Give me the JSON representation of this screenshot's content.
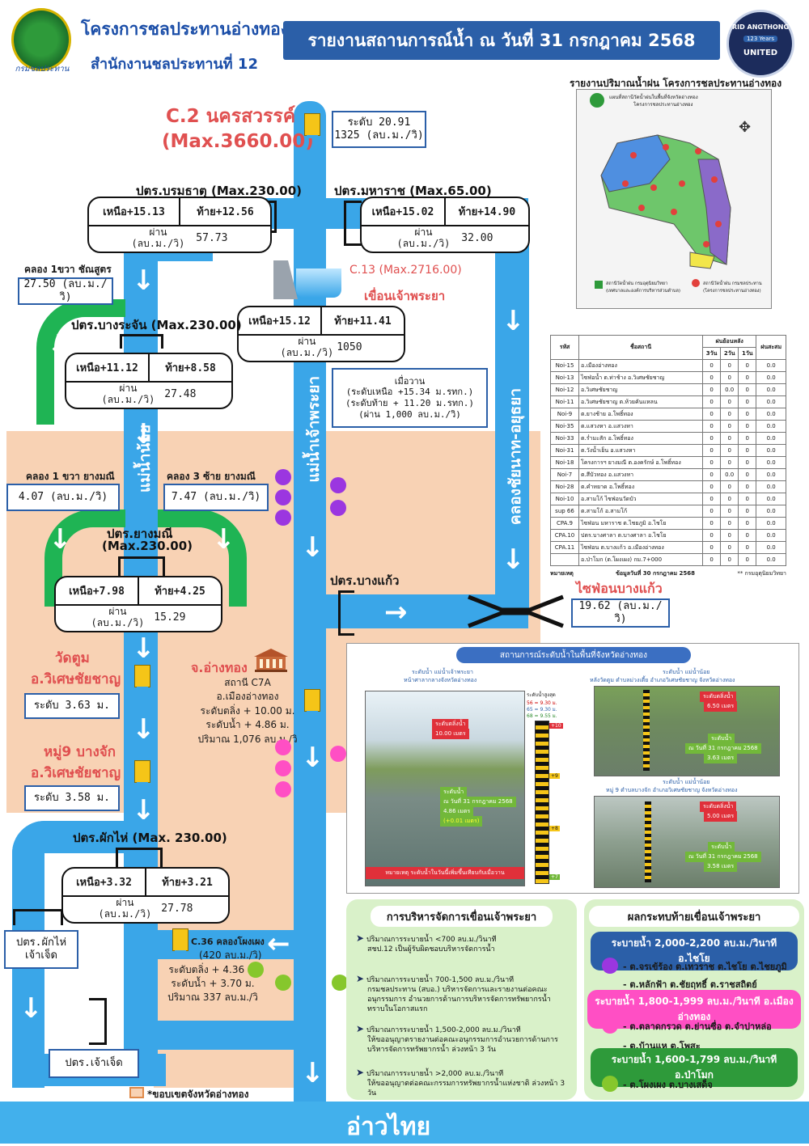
{
  "header": {
    "org_line1": "โครงการชลประทานอ่างทอง",
    "org_line2": "สำนักงานชลประทานที่ 12",
    "logo_text": "กรมชลประทาน",
    "report_title": "รายงานสถานการณ์น้ำ ณ วันที่ 31 กรกฎาคม 2568",
    "badge_top": "RID ANGTHONG",
    "badge_mid": "123 Years",
    "badge_bottom": "UNITED"
  },
  "c2": {
    "name": "C.2 นครสวรรค์",
    "max": "(Max.3660.00)",
    "level": "ระดับ 20.91",
    "flow": "1325 (ลบ.ม./วิ)"
  },
  "borommathat": {
    "title": "ปตร.บรมธาตุ (Max.230.00)",
    "upper": "เหนือ+15.13",
    "lower": "ท้าย+12.56",
    "pass_label": "ผ่าน\n(ลบ.ม./วิ)",
    "pass_value": "57.73"
  },
  "maharaj": {
    "title": "ปตร.มหาราช (Max.65.00)",
    "upper": "เหนือ+15.02",
    "lower": "ท้าย+14.90",
    "pass_label": "ผ่าน\n(ลบ.ม./วิ)",
    "pass_value": "32.00"
  },
  "chansut": {
    "label": "คลอง 1ขวา ชัณสูตร",
    "value": "27.50 (ลบ.ม./วิ)"
  },
  "c13": {
    "label": "C.13 (Max.2716.00)",
    "dam": "เขื่อนเจ้าพระยา",
    "upper": "เหนือ+15.12",
    "lower": "ท้าย+11.41",
    "pass_label": "ผ่าน\n(ลบ.ม./วิ)",
    "pass_value": "1050"
  },
  "yesterday": {
    "title": "เมื่อวาน",
    "line1": "(ระดับเหนือ +15.34 ม.รทก.)",
    "line2": "(ระดับท้าย + 11.20 ม.รทก.)",
    "line3": "(ผ่าน 1,000 ลบ.ม./วิ)"
  },
  "bangrachan": {
    "title": "ปตร.บางระจัน (Max.230.00)",
    "upper": "เหนือ+11.12",
    "lower": "ท้าย+8.58",
    "pass_label": "ผ่าน\n(ลบ.ม./วิ)",
    "pass_value": "27.48"
  },
  "rivers": {
    "noi": "แม่น้ำน้อย",
    "chao": "แม่น้ำเจ้าพระยา",
    "chainat": "คลองชัยนาท-อยุธยา",
    "gulf": "อ่าวไทย"
  },
  "yangmani": {
    "k1_label": "คลอง 1 ขวา ยางมณี",
    "k1_value": "4.07 (ลบ.ม./วิ)",
    "k3_label": "คลอง 3 ซ้าย ยางมณี",
    "k3_value": "7.47 (ลบ.ม./วิ)",
    "title1": "ปตร.ยางมณี",
    "title2": "(Max.230.00)",
    "upper": "เหนือ+7.98",
    "lower": "ท้าย+4.25",
    "pass_label": "ผ่าน\n(ลบ.ม./วิ)",
    "pass_value": "15.29"
  },
  "bangkaeo": {
    "gate": "ปตร.บางแก้ว",
    "siphon": "ไซฟ่อนบางแก้ว",
    "value": "19.62 (ลบ.ม./วิ)"
  },
  "watdum": {
    "name1": "วัดตูม",
    "name2": "อ.วิเศษชัยชาญ",
    "level": "ระดับ 3.63 ม."
  },
  "moo9": {
    "name1": "หมู่9 บางจัก",
    "name2": "อ.วิเศษชัยชาญ",
    "level": "ระดับ 3.58 ม."
  },
  "c7a": {
    "province": "จ.อ่างทอง",
    "station": "สถานี C7A",
    "district": "อ.เมืองอ่างทอง",
    "bank": "ระดับตลิ่ง + 10.00 ม.",
    "water": "ระดับน้ำ + 4.86 ม.",
    "volume": "ปริมาณ 1,076 ลบ.ม./วิ"
  },
  "phakhai": {
    "title": "ปตร.ผักไห่ (Max. 230.00)",
    "upper": "เหนือ+3.32",
    "lower": "ท้าย+3.21",
    "pass_label": "ผ่าน\n(ลบ.ม./วิ)",
    "pass_value": "27.78",
    "side_gate": "ปตร.ผักไห่\nเจ้าเจ็ด"
  },
  "c36": {
    "name": "C.36 คลองโผงเผง",
    "flow": "(420 ลบ.ม./วิ)",
    "bank": "ระดับตลิ่ง + 4.36 ม.",
    "water": "ระดับน้ำ + 3.70 ม.",
    "volume": "ปริมาณ 337 ลบ.ม./วิ"
  },
  "chaochet": {
    "gate": "ปตร.เจ้าเจ็ด"
  },
  "legend": {
    "boundary": "*ขอบเขตจังหวัดอ่างทอง"
  },
  "rainfall": {
    "title": "รายงานปริมาณน้ำฝน โครงการชลประทานอ่างทอง",
    "map_title": "แผนที่สถานีวัดน้ำฝนในพื้นที่จังหวัดอ่างทอง",
    "map_sub": "โครงการชลประทานอ่างทอง",
    "map_legend1": "สถานีวัดน้ำฝน กรมอุตุนิยมวิทยา",
    "map_legend1_sub": "(เทศบาลและองค์การบริหารส่วนตำบล)",
    "map_legend2": "สถานีวัดน้ำฝน กรมชลประทาน",
    "map_legend2_sub": "(โครงการชลประทานอ่างทอง)",
    "headers": [
      "รหัส",
      "ชื่อสถานี",
      "ฝนย้อนหลัง",
      "ฝนสะสม"
    ],
    "subheaders": [
      "3วัน",
      "2วัน",
      "1วัน"
    ],
    "rows": [
      [
        "Noi-15",
        "อ.เมืองอ่างทอง",
        "0",
        "0",
        "0",
        "0.0"
      ],
      [
        "Noi-13",
        "ไซฟ่อน้ำ ต.ท่าช้าง อ.วิเศษชัยชาญ",
        "0",
        "0",
        "0",
        "0.0"
      ],
      [
        "Noi-12",
        "อ.วิเศษชัยชาญ",
        "0",
        "0.0",
        "0",
        "0.0"
      ],
      [
        "Noi-11",
        "อ.วิเศษชัยชาญ ต.ห้วยคันแหลน",
        "0",
        "0",
        "0",
        "0.0"
      ],
      [
        "Noi-9",
        "ต.ยางช้าย อ.โพธิ์ทอง",
        "0",
        "0",
        "0",
        "0.0"
      ],
      [
        "Noi-35",
        "ต.แสวงหา อ.แสวงหา",
        "0",
        "0",
        "0",
        "0.0"
      ],
      [
        "Noi-33",
        "ต.ร่ำมะสัก อ.โพธิ์ทอง",
        "0",
        "0",
        "0",
        "0.0"
      ],
      [
        "Noi-31",
        "ต.วังน้ำเย็น อ.แสวงหา",
        "0",
        "0",
        "0",
        "0.0"
      ],
      [
        "Noi-18",
        "โครงการฯ ยางมณี ต.องครักษ์ อ.โพธิ์ทอง",
        "0",
        "0",
        "0",
        "0.0"
      ],
      [
        "Noi-7",
        "ต.สีบัวทอง อ.แสวงหา",
        "0",
        "0.0",
        "0",
        "0.0"
      ],
      [
        "Noi-28",
        "ต.คำหยาด อ.โพธิ์ทอง",
        "0",
        "0",
        "0",
        "0.0"
      ],
      [
        "Noi-10",
        "อ.สามโก้ ไซฟ่อนวัดบัว",
        "0",
        "0",
        "0",
        "0.0"
      ],
      [
        "sup 66",
        "ต.สามโก้ อ.สามโก้",
        "0",
        "0",
        "0",
        "0.0"
      ],
      [
        "CPA.9",
        "ไซฟ่อน มหาราช ต.ไชยภูมิ อ.ไชโย",
        "0",
        "0",
        "0",
        "0.0"
      ],
      [
        "CPA.10",
        "ปตร.บางศาลา ต.บางศาลา อ.ไชโย",
        "0",
        "0",
        "0",
        "0.0"
      ],
      [
        "CPA.11",
        "ไซฟ่อน ต.บางแก้ว อ.เมืองอ่างทอง",
        "0",
        "0",
        "0",
        "0.0"
      ],
      [
        "",
        "อ.ป่าโมก (ต.โผงเผง) กม.7+000",
        "0",
        "0",
        "0",
        "0.0"
      ]
    ],
    "note_label": "หมายเหตุ",
    "note_date": "ข้อมูลวันที่ 30 กรกฎาคม 2568",
    "note_src": "** กรมอุตุนิยมวิทยา"
  },
  "levels_panel": {
    "title": "สถานการณ์ระดับน้ำในพื้นที่จังหวัดอ่างทอง",
    "left_cap1": "ระดับน้ำ แม่น้ำเจ้าพระยา",
    "left_cap2": "หน้าศาลากลางจังหวัดอ่างทอง",
    "left_bank": "ระดับตลิ่งน้ำ",
    "left_bank_val": "10.00 เมตร",
    "left_water": "ระดับน้ำ",
    "left_date": "ณ วันที่ 31 กรกฎาคม 2568",
    "left_water_val": "4.86 เมตร",
    "left_diff": "(+0.01 เมตร)",
    "left_warn": "หมายเหตุ ระดับน้ำในวันนี้เพิ่มขึ้นเทียบกับเมื่อวาน",
    "gauge_legend": "ระดับน้ำสูงสุด",
    "gauge_l1": "56 = 9.30 ม.",
    "gauge_l2": "65 = 9.30 ม.",
    "gauge_l3": "68 = 9.55 ม.",
    "gauge_marks": [
      "+10",
      "+9",
      "+8",
      "+7"
    ],
    "rt_cap1": "ระดับน้ำ แม่น้ำน้อย",
    "rt_cap2": "หลังวัดตูม ตำบลม่วงเตี้ย อำเภอวิเศษชัยชาญ จังหวัดอ่างทอง",
    "rt_bank": "ระดับตลิ่งน้ำ",
    "rt_bank_val": "6.50 เมตร",
    "rt_water": "ระดับน้ำ",
    "rt_date": "ณ วันที่ 31 กรกฎาคม 2568",
    "rt_water_val": "3.63 เมตร",
    "rb_cap1": "ระดับน้ำ แม่น้ำน้อย",
    "rb_cap2": "หมู่ 9 ตำบลบางจัก อำเภอวิเศษชัยชาญ จังหวัดอ่างทอง",
    "rb_bank": "ระดับตลิ่งน้ำ",
    "rb_bank_val": "5.00 เมตร",
    "rb_water": "ระดับน้ำ",
    "rb_date": "ณ วันที่ 31 กรกฎาคม 2568",
    "rb_water_val": "3.58 เมตร"
  },
  "management": {
    "title": "การบริหารจัดการเขื่อนเจ้าพระยา",
    "i1_h": "ปริมาณการระบายน้ำ <700 ลบ.ม./วินาที",
    "i1_b": "สชป.12 เป็นผู้รับผิดชอบบริหารจัดการน้ำ",
    "i2_h": "ปริมาณการระบายน้ำ 700-1,500 ลบ.ม./วินาที",
    "i2_b": "กรมชลประทาน (สบอ.) บริหารจัดการและรายงานต่อคณะอนุกรรมการ อำนวยการด้านการบริหารจัดการทรัพยากรน้ำ ทราบในโอกาสแรก",
    "i3_h": "ปริมาณการระบายน้ำ 1,500-2,000 ลบ.ม./วินาที",
    "i3_b": "ให้ขออนุญาตรายงานต่อคณะอนุกรรมการอำนวยการด้านการบริหารจัดการทรัพยากรน้ำ ล่วงหน้า 3 วัน",
    "i4_h": "ปริมาณการระบายน้ำ >2,000 ลบ.ม./วินาที",
    "i4_b": "ให้ขออนุญาตต่อคณะกรรมการทรัพยากรน้ำแห่งชาติ ล่วงหน้า 3 วัน"
  },
  "impact": {
    "title": "ผลกระทบท้ายเขื่อนเจ้าพระยา",
    "g1": "ระบายน้ำ 2,000-2,200 ลบ.ม./วินาที   อ.ไชโย",
    "g1_a": "- ต.จรเข้ร้อง ต.เทวราช ต.ไชโย ต.ไชยภูมิ",
    "g1_b": "- ต.หลักฟ้า ต.ชัยฤทธิ์ ต.ราชสถิตย์",
    "g2": "ระบายน้ำ 1,800-1,999 ลบ.ม./วินาที  อ.เมืองอ่างทอง",
    "g2_a": "- ต.ตลาดกรวด ต.ย่านซื่อ ต.จำปาหล่อ",
    "g2_b": "- ต.บ้านแห ต.โพสะ",
    "g3": "ระบายน้ำ 1,600-1,799 ลบ.ม./วินาที   อ.ป่าโมก",
    "g3_a": "- ต.โผงเผง ต.บางเสด็จ"
  },
  "colors": {
    "river": "#3aa6e8",
    "green": "#1fb454",
    "peach": "#f8d2b4",
    "purple": "#9b36e0",
    "pink": "#ff4fc4",
    "lime": "#86c72c",
    "banner": "#2b5fa8",
    "gulf": "#42b0ec"
  }
}
